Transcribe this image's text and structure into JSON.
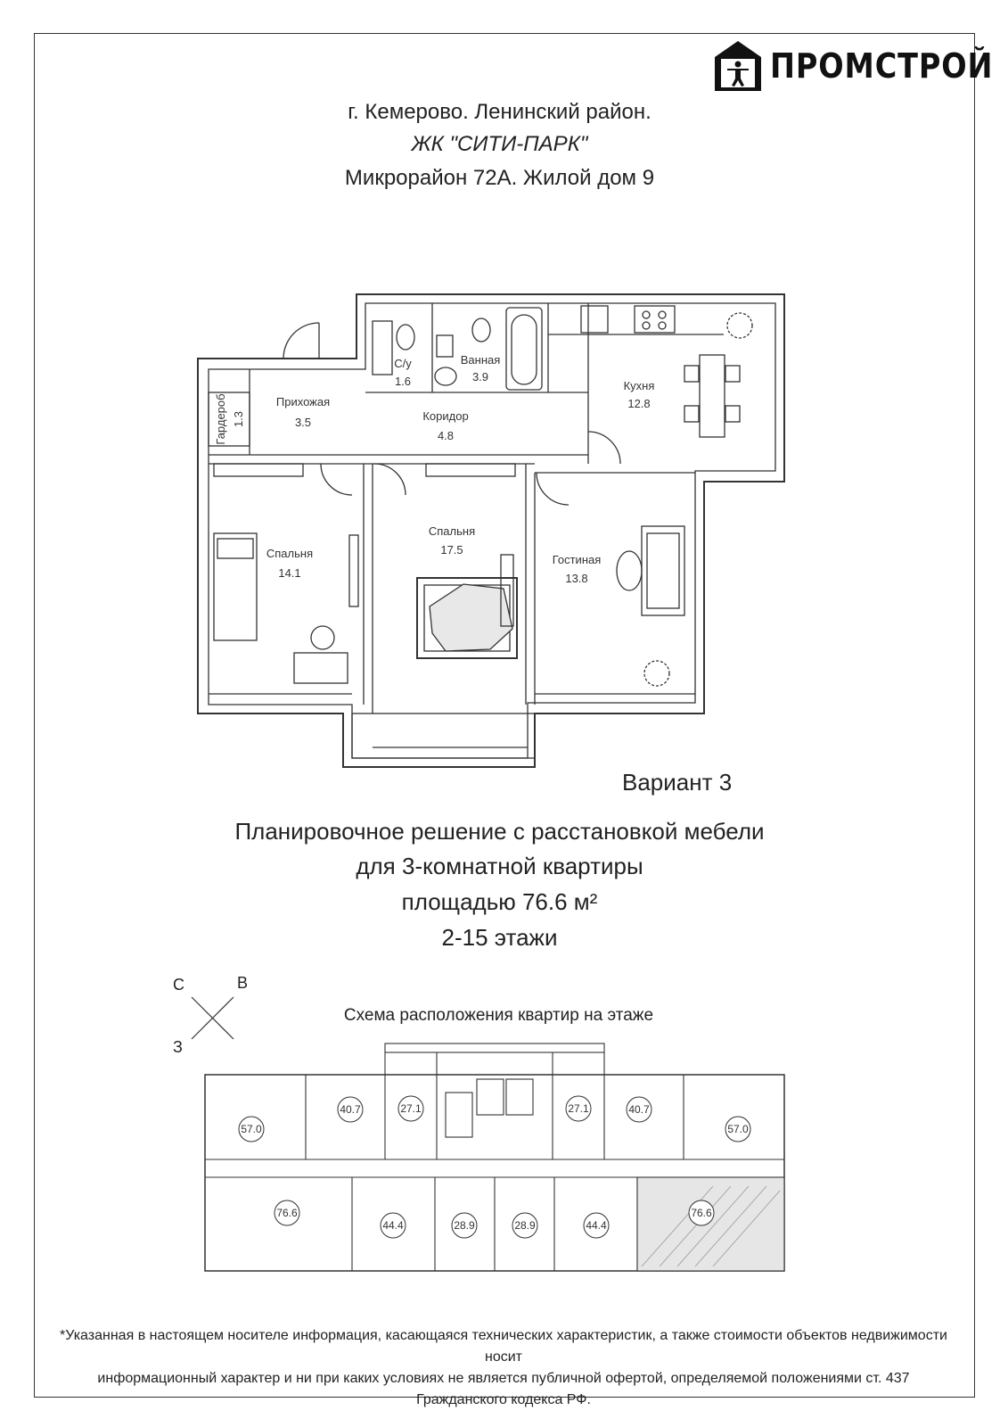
{
  "brand": {
    "name": "ПРОМСТРОЙ",
    "logo_icon": "house-person-icon"
  },
  "header": {
    "line1": "г. Кемерово. Ленинский район.",
    "line2": "ЖК \"СИТИ-ПАРК\"",
    "line3": "Микрорайон 72А. Жилой дом 9"
  },
  "rooms": {
    "wardrobe": {
      "name": "Гардероб",
      "area": "1.3"
    },
    "hall": {
      "name": "Прихожая",
      "area": "3.5"
    },
    "wc": {
      "name": "С/у",
      "area": "1.6"
    },
    "bath": {
      "name": "Ванная",
      "area": "3.9"
    },
    "corridor": {
      "name": "Коридор",
      "area": "4.8"
    },
    "kitchen": {
      "name": "Кухня",
      "area": "12.8"
    },
    "bedroom1": {
      "name": "Спальня",
      "area": "14.1"
    },
    "bedroom2": {
      "name": "Спальня",
      "area": "17.5"
    },
    "living": {
      "name": "Гостиная",
      "area": "13.8"
    }
  },
  "variant": "Вариант  3",
  "description": {
    "line1": "Планировочное решение с расстановкой мебели",
    "line2": "для 3-комнатной квартиры",
    "line3": "площадью 76.6 м²",
    "line4": "2-15  этажи"
  },
  "compass": {
    "n": "С",
    "e": "В",
    "w": "З"
  },
  "scheme": {
    "title": "Схема расположения квартир на этаже",
    "top_row": [
      "57.0",
      "40.7",
      "27.1",
      "27.1",
      "40.7",
      "57.0"
    ],
    "bottom_row": [
      "76.6",
      "44.4",
      "28.9",
      "28.9",
      "44.4",
      "76.6"
    ],
    "highlighted": "76.6"
  },
  "footnote": {
    "line1": "*Указанная в настоящем носителе информация, касающаяся технических характеристик, а также стоимости объектов недвижимости носит",
    "line2": "информационный характер и ни при каких условиях не является публичной офертой, определяемой положениями ст. 437 Гражданского кодекса РФ."
  }
}
